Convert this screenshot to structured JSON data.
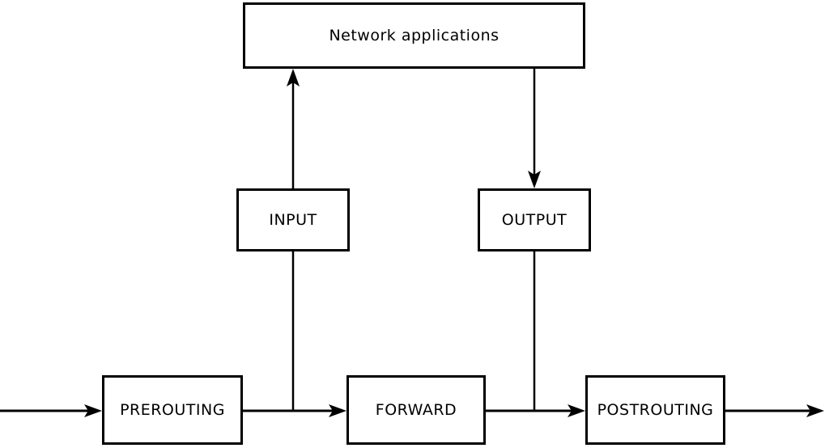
{
  "diagram": {
    "kind": "flowchart",
    "subject": "netfilter packet flow chains",
    "nodes": {
      "network_applications": {
        "label": "Network applications"
      },
      "input": {
        "label": "INPUT"
      },
      "output": {
        "label": "OUTPUT"
      },
      "prerouting": {
        "label": "PREROUTING"
      },
      "forward": {
        "label": "FORWARD"
      },
      "postrouting": {
        "label": "POSTROUTING"
      }
    },
    "edges": [
      {
        "from": "incoming-traffic",
        "to": "prerouting",
        "arrowhead": true,
        "direction": "right"
      },
      {
        "from": "prerouting",
        "to": "forward",
        "arrowhead": true,
        "direction": "right"
      },
      {
        "from": "forward",
        "to": "postrouting",
        "arrowhead": true,
        "direction": "right"
      },
      {
        "from": "postrouting",
        "to": "outgoing-traffic",
        "arrowhead": true,
        "direction": "right"
      },
      {
        "from": "prerouting-forward-junction",
        "to": "input",
        "arrowhead": false,
        "direction": "up"
      },
      {
        "from": "input",
        "to": "network_applications",
        "arrowhead": true,
        "direction": "up"
      },
      {
        "from": "network_applications",
        "to": "output",
        "arrowhead": true,
        "direction": "down"
      },
      {
        "from": "output",
        "to": "forward-postrouting-junction",
        "arrowhead": false,
        "direction": "down"
      }
    ],
    "colors": {
      "background": "#ffffff",
      "stroke": "#000000",
      "box_fill": "#ffffff",
      "text": "#000000"
    }
  }
}
